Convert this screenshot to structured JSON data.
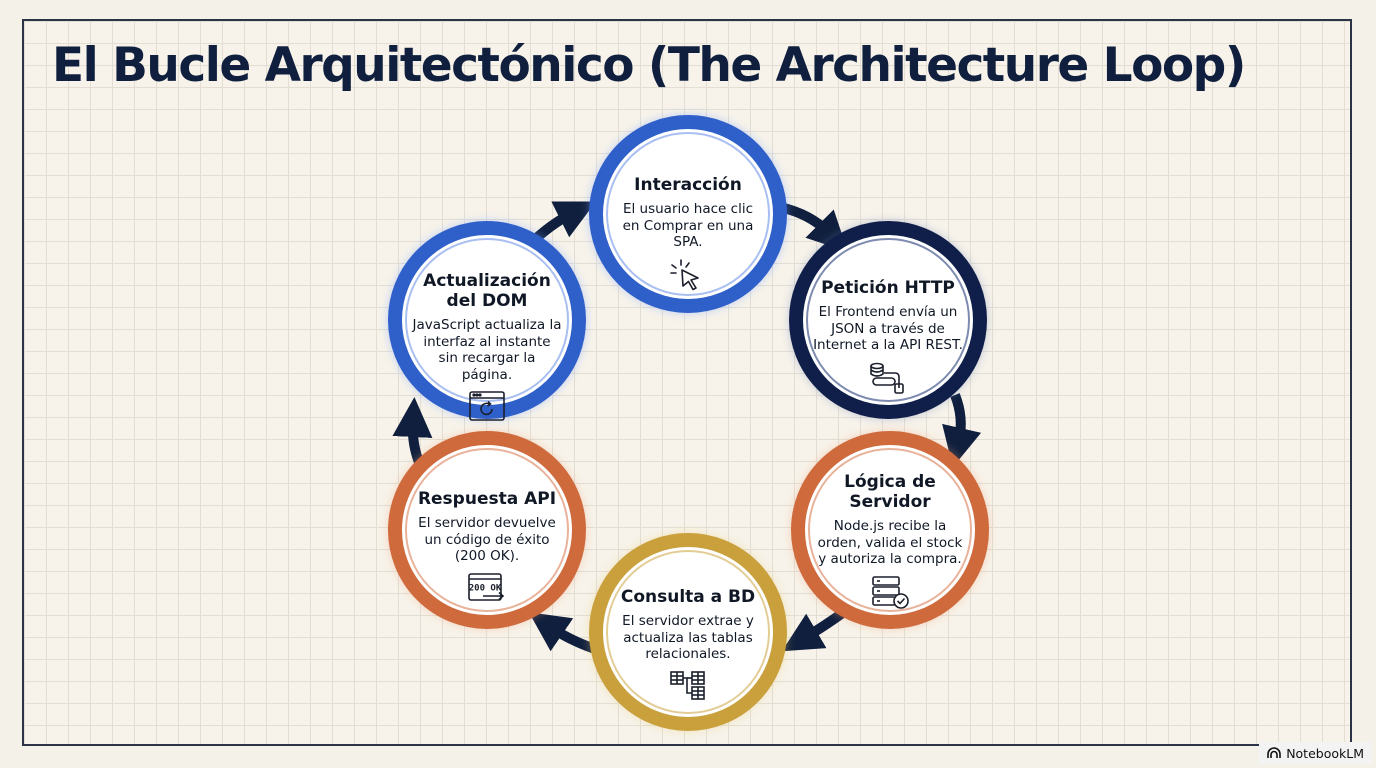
{
  "title": "El Bucle Arquitectónico (The Architecture Loop)",
  "watermark": "NotebookLM",
  "colors": {
    "blue": "#2f5fc9",
    "navy": "#0f1f4a",
    "orange": "#cf6a3c",
    "gold": "#c9a03c",
    "arrow": "#0f1f3d"
  },
  "nodes": [
    {
      "id": "interaccion",
      "title": "Interacción",
      "desc": "El usuario hace clic en Comprar en una SPA.",
      "icon": "cursor-click-icon",
      "color": "blue"
    },
    {
      "id": "peticion",
      "title": "Petición HTTP",
      "desc": "El Frontend envía un JSON a través de Internet a la API REST.",
      "icon": "network-request-icon",
      "color": "navy"
    },
    {
      "id": "logica",
      "title": "Lógica de Servidor",
      "desc": "Node.js recibe la orden, valida el stock y autoriza la compra.",
      "icon": "server-check-icon",
      "color": "orange"
    },
    {
      "id": "consulta",
      "title": "Consulta a BD",
      "desc": "El servidor extrae y actualiza las tablas relacionales.",
      "icon": "relational-tables-icon",
      "color": "gold"
    },
    {
      "id": "respuesta",
      "title": "Respuesta API",
      "desc": "El servidor devuelve un código de éxito (200 OK).",
      "icon": "response-200-icon",
      "icon_text": "200 OK",
      "color": "orange"
    },
    {
      "id": "actualizacion",
      "title": "Actualización del DOM",
      "desc": "JavaScript actualiza la interfaz al instante sin recargar la página.",
      "icon": "browser-refresh-icon",
      "color": "blue"
    }
  ]
}
